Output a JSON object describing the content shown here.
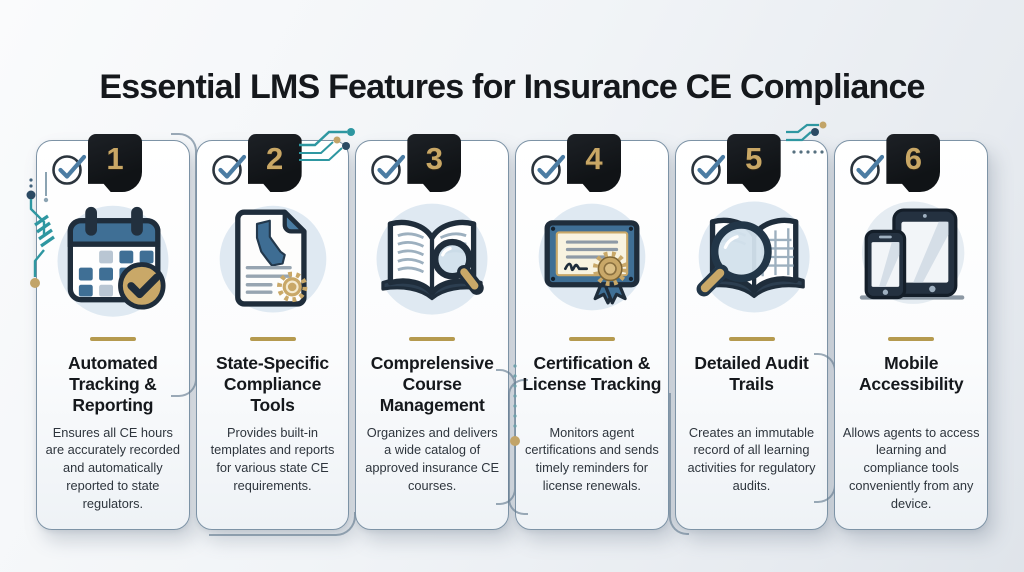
{
  "title": "Essential LMS Features for Insurance CE Compliance",
  "colors": {
    "background": "#eef1f5",
    "badge_black": "#14171a",
    "number_gold": "#c9a765",
    "divider_gold": "#b59a4f",
    "accent_teal": "#2e97a1",
    "steel_blue": "#3f6f95",
    "navy_outline": "#1f2d3b",
    "card_border": "#7d93a6",
    "icon_circle_bg": "#dfe9f2",
    "title_text": "#15181c",
    "body_text": "#2e353d"
  },
  "features": [
    {
      "number": "1",
      "icon": "calendar-check-icon",
      "title": "Automated Tracking & Reporting",
      "description": "Ensures all CE hours are accurately recorded and automatically reported to state regulators."
    },
    {
      "number": "2",
      "icon": "state-document-icon",
      "title": "State-Specific Compliance Tools",
      "description": "Provides built-in templates and reports for various state CE requirements."
    },
    {
      "number": "3",
      "icon": "book-magnifier-icon",
      "title": "Comprelensive Course Management",
      "description": "Organizes and delivers a wide catalog of approved insurance CE courses."
    },
    {
      "number": "4",
      "icon": "certificate-ribbon-icon",
      "title": "Certification & License Tracking",
      "description": "Monitors agent certifications and sends timely reminders for license renewals."
    },
    {
      "number": "5",
      "icon": "audit-magnifier-book-icon",
      "title": "Detailed Audit Trails",
      "description": "Creates an immutable record of all learning activities for regulatory audits."
    },
    {
      "number": "6",
      "icon": "mobile-devices-icon",
      "title": "Mobile Accessibility",
      "description": "Allows agents to access learning and compliance tools conveniently from any device."
    }
  ]
}
